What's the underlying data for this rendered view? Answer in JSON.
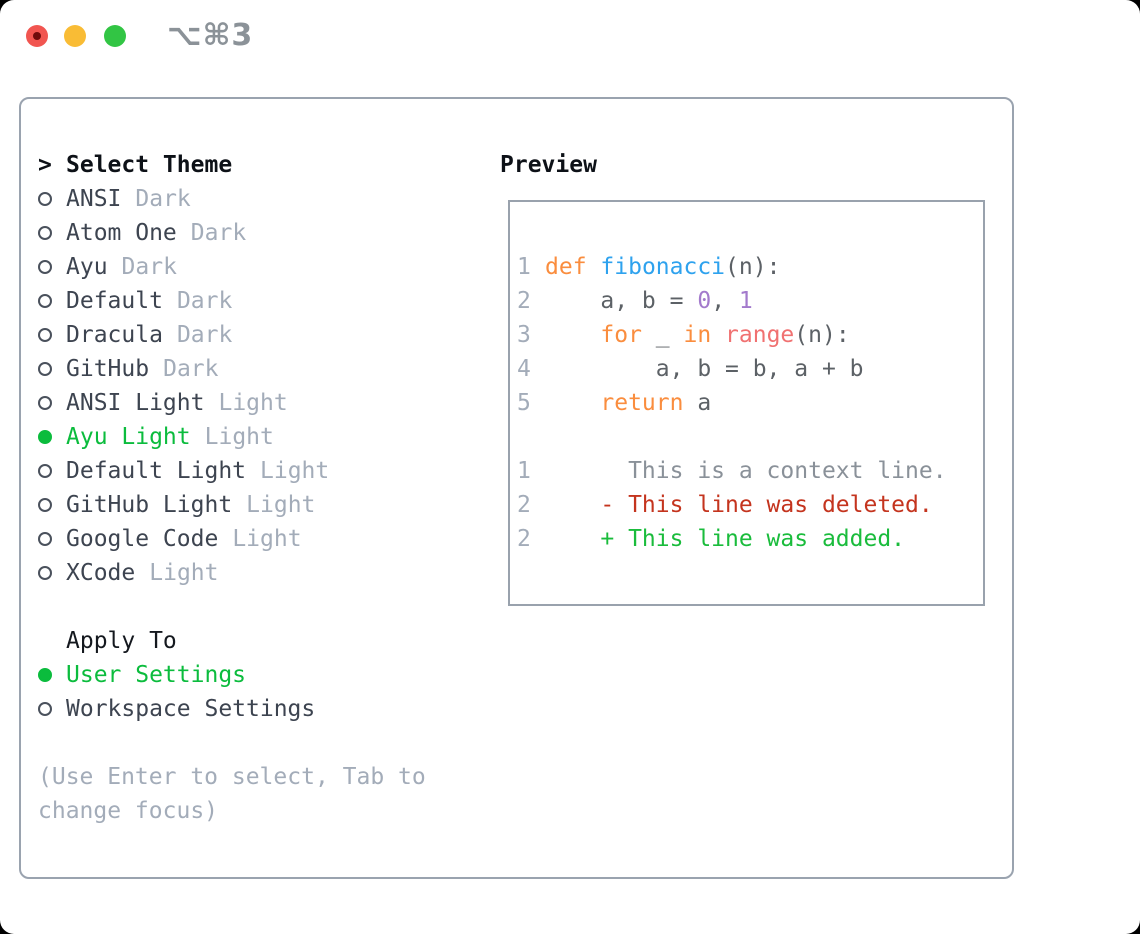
{
  "window": {
    "title": "⌥⌘3"
  },
  "theme_list": {
    "prompt": ">",
    "header": "Select Theme",
    "items": [
      {
        "name": "ANSI",
        "variant": "Dark",
        "selected": false
      },
      {
        "name": "Atom One",
        "variant": "Dark",
        "selected": false
      },
      {
        "name": "Ayu",
        "variant": "Dark",
        "selected": false
      },
      {
        "name": "Default",
        "variant": "Dark",
        "selected": false
      },
      {
        "name": "Dracula",
        "variant": "Dark",
        "selected": false
      },
      {
        "name": "GitHub",
        "variant": "Dark",
        "selected": false
      },
      {
        "name": "ANSI Light",
        "variant": "Light",
        "selected": false
      },
      {
        "name": "Ayu Light",
        "variant": "Light",
        "selected": true
      },
      {
        "name": "Default Light",
        "variant": "Light",
        "selected": false
      },
      {
        "name": "GitHub Light",
        "variant": "Light",
        "selected": false
      },
      {
        "name": "Google Code",
        "variant": "Light",
        "selected": false
      },
      {
        "name": "XCode",
        "variant": "Light",
        "selected": false
      }
    ]
  },
  "apply_to": {
    "header": "Apply To",
    "options": [
      {
        "label": "User Settings",
        "selected": true
      },
      {
        "label": "Workspace Settings",
        "selected": false
      }
    ]
  },
  "help_text": [
    "(Use Enter to select, Tab to",
    "change focus)"
  ],
  "preview": {
    "header": "Preview",
    "code_lines": [
      {
        "num": "1",
        "tokens": [
          {
            "s": "keyword",
            "t": "def"
          },
          {
            "s": "plain",
            "t": " "
          },
          {
            "s": "function",
            "t": "fibonacci"
          },
          {
            "s": "plain",
            "t": "(n):"
          }
        ]
      },
      {
        "num": "2",
        "tokens": [
          {
            "s": "plain",
            "t": "    a, b = "
          },
          {
            "s": "number",
            "t": "0"
          },
          {
            "s": "plain",
            "t": ", "
          },
          {
            "s": "number",
            "t": "1"
          }
        ]
      },
      {
        "num": "3",
        "tokens": [
          {
            "s": "plain",
            "t": "    "
          },
          {
            "s": "keyword",
            "t": "for"
          },
          {
            "s": "plain",
            "t": " _ "
          },
          {
            "s": "keyword",
            "t": "in"
          },
          {
            "s": "plain",
            "t": " "
          },
          {
            "s": "call",
            "t": "range"
          },
          {
            "s": "plain",
            "t": "(n):"
          }
        ]
      },
      {
        "num": "4",
        "tokens": [
          {
            "s": "plain",
            "t": "        a, b = b, a + b"
          }
        ]
      },
      {
        "num": "5",
        "tokens": [
          {
            "s": "plain",
            "t": "    "
          },
          {
            "s": "keyword",
            "t": "return"
          },
          {
            "s": "plain",
            "t": " a"
          }
        ]
      }
    ],
    "diff_lines": [
      {
        "num": "1",
        "type": "context",
        "text": "      This is a context line."
      },
      {
        "num": "2",
        "type": "deleted",
        "text": "    - This line was deleted."
      },
      {
        "num": "2",
        "type": "added",
        "text": "    + This line was added."
      }
    ]
  },
  "colors": {
    "accent_green": "#0bbc3d",
    "diff_red": "#c4341e",
    "diff_context_gray": "#8a9199",
    "keyword_orange": "#fa8d3e",
    "function_blue": "#2ea2ee",
    "number_purple": "#a37acc",
    "call_coral": "#f07171",
    "code_plain": "#5c6166",
    "muted_gray": "#a3acb9",
    "border_gray": "#9aa3af"
  }
}
